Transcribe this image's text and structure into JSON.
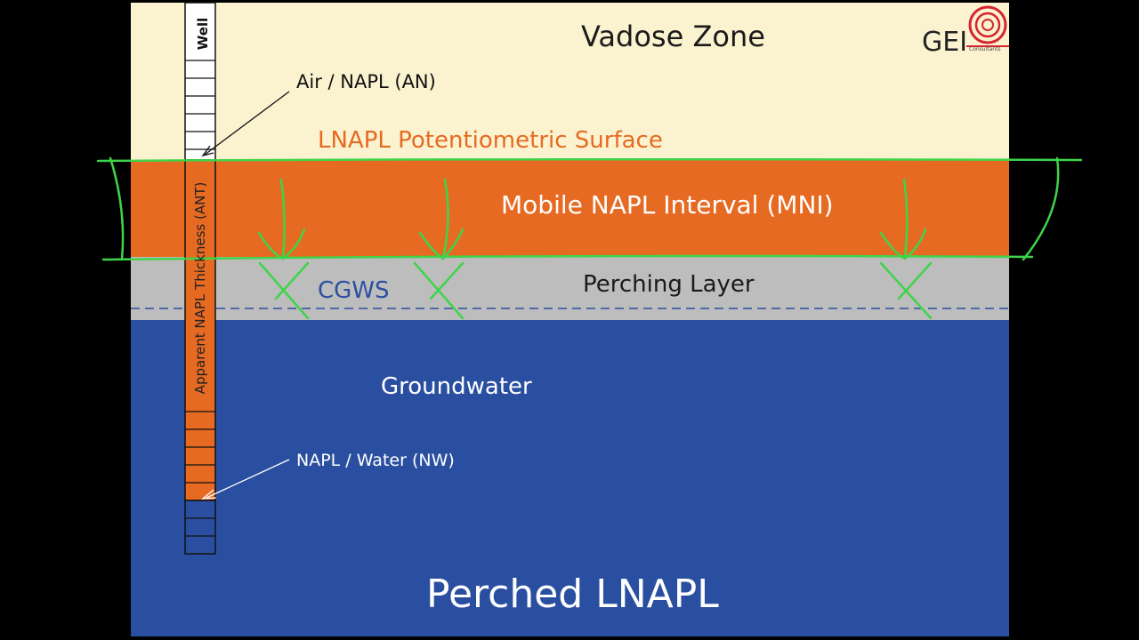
{
  "title": "Perched LNAPL",
  "zones": {
    "vadose": "Vadose Zone",
    "mobile_interval": "Mobile NAPL Interval (MNI)",
    "perching_layer": "Perching Layer",
    "groundwater": "Groundwater"
  },
  "surfaces": {
    "potentiometric": "LNAPL Potentiometric Surface",
    "cgws": "CGWS"
  },
  "well": {
    "label": "Well",
    "thickness_label": "Apparent NAPL Thickness (ANT)",
    "air_napl": "Air / NAPL (AN)",
    "napl_water": "NAPL / Water (NW)"
  },
  "logo": {
    "text": "GEI",
    "subtext": "Consultants"
  },
  "colors": {
    "vadose": "#fbf3cf",
    "napl": "#e66a22",
    "perching": "#bdbdbd",
    "groundwater": "#2b4fa0",
    "surface_text": "#e66a22",
    "cgws_text": "#2b4fa0",
    "annotation": "#3fd44a",
    "logo_red": "#d62430"
  }
}
